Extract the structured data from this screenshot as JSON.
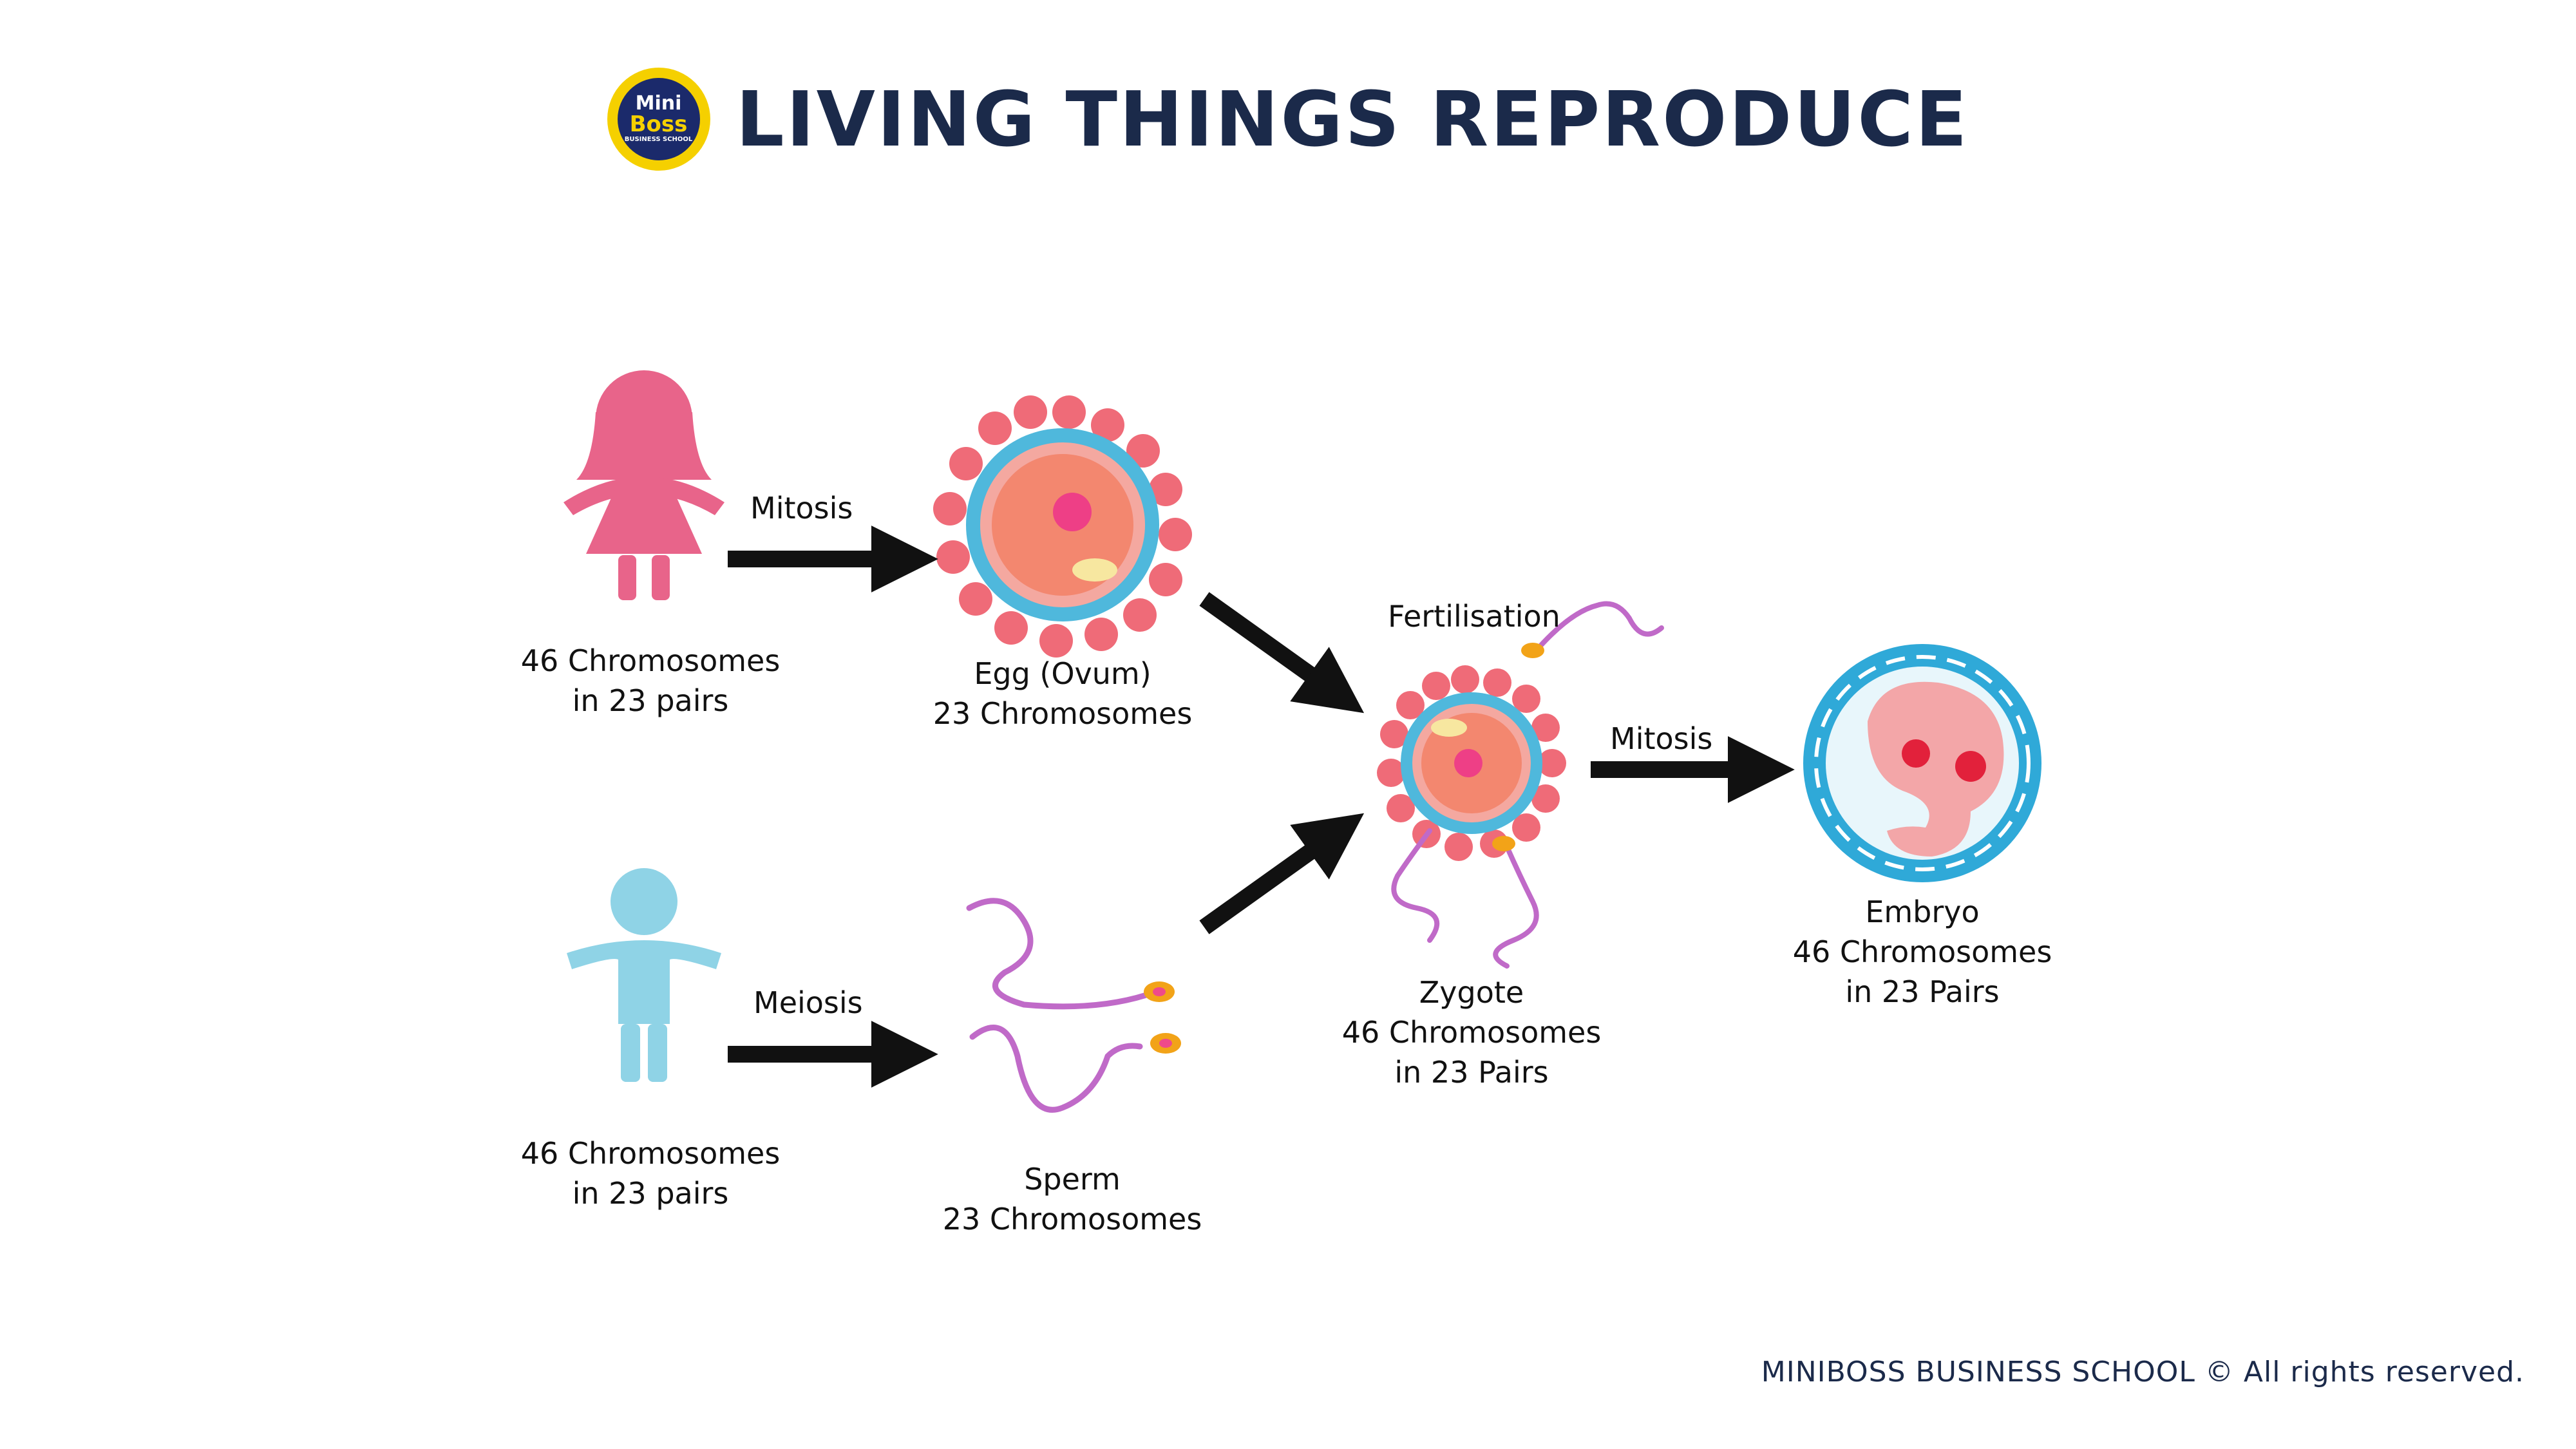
{
  "header": {
    "logo": {
      "line1": "Mini",
      "line2": "Boss",
      "line3": "BUSINESS SCHOOL"
    },
    "title": "LIVING THINGS REPRODUCE"
  },
  "diagram": {
    "female": {
      "icon": "girl-icon",
      "color": "#e8648a",
      "label_line1": "46 Chromosomes",
      "label_line2": "in 23 pairs"
    },
    "male": {
      "icon": "boy-icon",
      "color": "#8fd3e6",
      "label_line1": "46 Chromosomes",
      "label_line2": "in 23 pairs"
    },
    "egg": {
      "icon": "egg-cell-icon",
      "label_line1": "Egg (Ovum)",
      "label_line2": "23 Chromosomes"
    },
    "sperm": {
      "icon": "sperm-icon",
      "label_line1": "Sperm",
      "label_line2": "23 Chromosomes"
    },
    "zygote": {
      "icon": "zygote-icon",
      "label_line1": "Zygote",
      "label_line2": "46 Chromosomes",
      "label_line3": "in 23 Pairs"
    },
    "embryo": {
      "icon": "embryo-icon",
      "label_line1": "Embryo",
      "label_line2": "46 Chromosomes",
      "label_line3": "in 23 Pairs"
    },
    "arrows": {
      "female_to_egg": "Mitosis",
      "male_to_sperm": "Meiosis",
      "to_zygote": "Fertilisation",
      "zygote_to_embryo": "Mitosis"
    },
    "colors": {
      "arrow": "#111111",
      "cell_pink": "#f08080",
      "cell_blue": "#4fb8dc",
      "sperm_purple": "#c06ac8"
    }
  },
  "footer": {
    "text": "MINIBOSS BUSINESS SCHOOL © All rights reserved."
  }
}
